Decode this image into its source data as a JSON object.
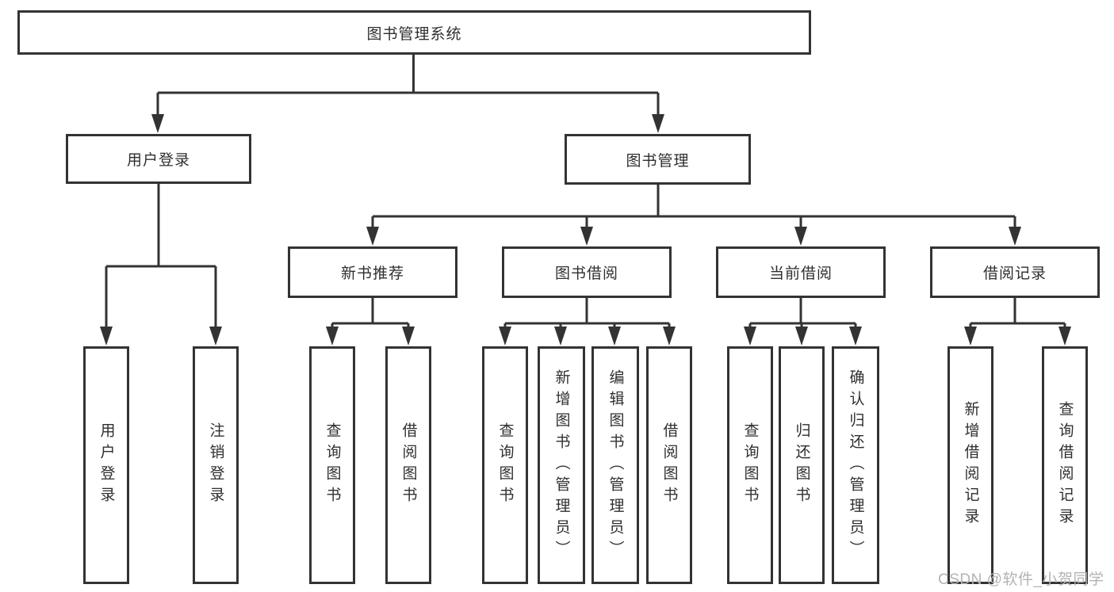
{
  "colors": {
    "line": "#333333",
    "text": "#2f2f2f",
    "wm": "#b3b3b3",
    "bg": "#ffffff"
  },
  "tree": {
    "root": {
      "label": "图书管理系统"
    },
    "branches": [
      {
        "label": "用户登录",
        "children": [
          {
            "label": "用户登录"
          },
          {
            "label": "注销登录"
          }
        ]
      },
      {
        "label": "图书管理",
        "children": [
          {
            "label": "新书推荐",
            "children": [
              {
                "label": "查询图书"
              },
              {
                "label": "借阅图书"
              }
            ]
          },
          {
            "label": "图书借阅",
            "children": [
              {
                "label": "查询图书"
              },
              {
                "label": "新增图书（管理员）"
              },
              {
                "label": "编辑图书（管理员）"
              },
              {
                "label": "借阅图书"
              }
            ]
          },
          {
            "label": "当前借阅",
            "children": [
              {
                "label": "查询图书"
              },
              {
                "label": "归还图书"
              },
              {
                "label": "确认归还（管理员）"
              }
            ]
          },
          {
            "label": "借阅记录",
            "children": [
              {
                "label": "新增借阅记录"
              },
              {
                "label": "查询借阅记录"
              }
            ]
          }
        ]
      }
    ]
  },
  "watermark": {
    "text": "CSDN @软件_小贺同学"
  }
}
